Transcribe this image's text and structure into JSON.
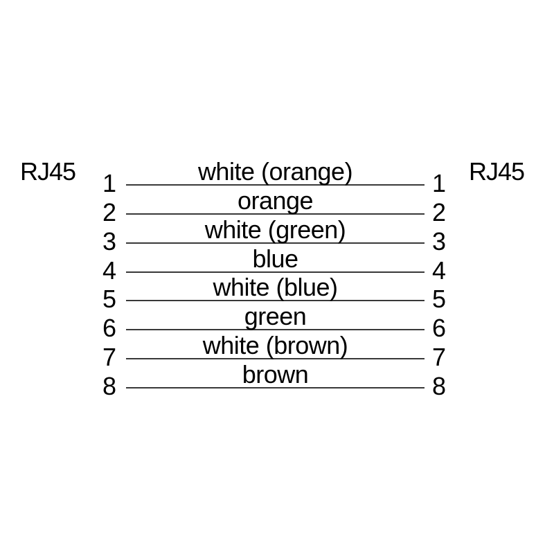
{
  "diagram": {
    "connector_left_label": "RJ45",
    "connector_right_label": "RJ45",
    "line_color": "#383838",
    "text_color": "#000000",
    "background_color": "#ffffff",
    "rows": [
      {
        "pin": "1",
        "wire": "white (orange)"
      },
      {
        "pin": "2",
        "wire": "orange"
      },
      {
        "pin": "3",
        "wire": "white (green)"
      },
      {
        "pin": "4",
        "wire": "blue"
      },
      {
        "pin": "5",
        "wire": "white (blue)"
      },
      {
        "pin": "6",
        "wire": "green"
      },
      {
        "pin": "7",
        "wire": "white (brown)"
      },
      {
        "pin": "8",
        "wire": "brown"
      }
    ]
  }
}
